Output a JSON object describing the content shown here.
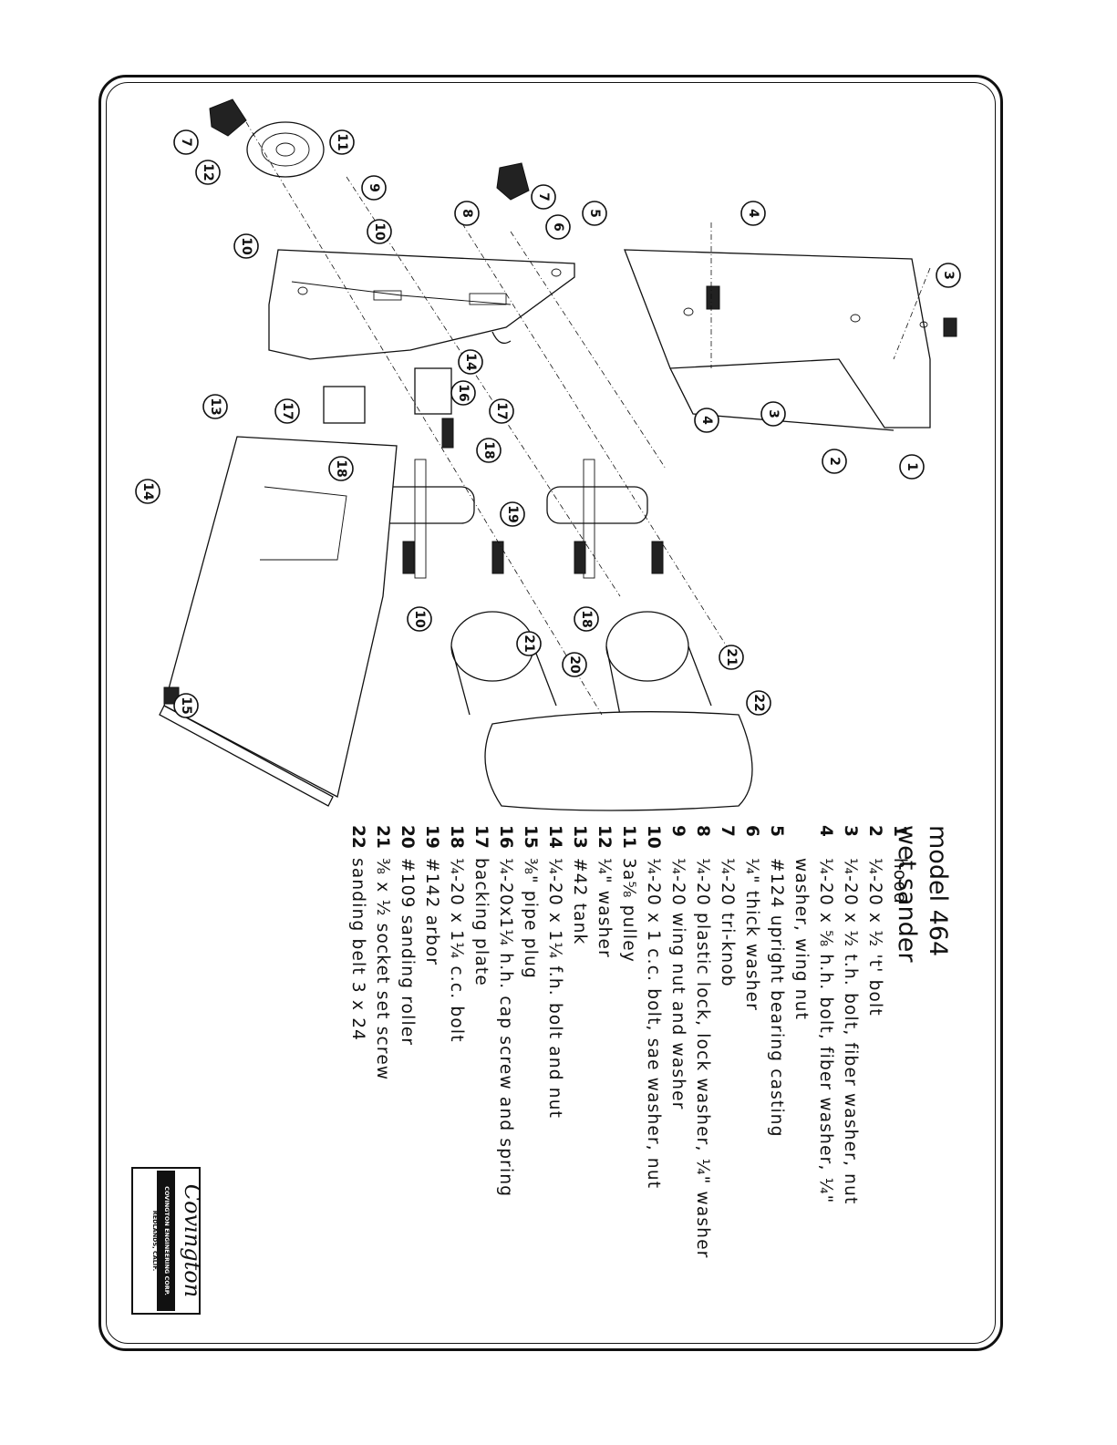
{
  "title": {
    "model": "model 464",
    "name": "wet sander"
  },
  "parts": [
    {
      "num": "1",
      "desc": "hood"
    },
    {
      "num": "2",
      "desc": "¼-20 x ½ 't' bolt"
    },
    {
      "num": "3",
      "desc": "¼-20 x ½ t.h. bolt, fiber washer, nut"
    },
    {
      "num": "4",
      "desc": "¼-20 x ⅝ h.h. bolt, fiber washer, ¼\""
    },
    {
      "num": "",
      "desc": "washer, wing nut"
    },
    {
      "num": "5",
      "desc": "#124 upright bearing casting"
    },
    {
      "num": "6",
      "desc": "¼\" thick washer"
    },
    {
      "num": "7",
      "desc": "¼-20 tri-knob"
    },
    {
      "num": "8",
      "desc": "¼-20 plastic lock, lock washer, ¼\" washer"
    },
    {
      "num": "9",
      "desc": "¼-20 wing nut and washer"
    },
    {
      "num": "10",
      "desc": "¼-20 x 1 c.c. bolt, sae washer, nut"
    },
    {
      "num": "11",
      "desc": "3a⅝ pulley"
    },
    {
      "num": "12",
      "desc": "¼\" washer"
    },
    {
      "num": "13",
      "desc": "#42 tank"
    },
    {
      "num": "14",
      "desc": "¼-20 x 1¼ f.h. bolt and nut"
    },
    {
      "num": "15",
      "desc": "⅜\" pipe plug"
    },
    {
      "num": "16",
      "desc": "¼-20x1¼ h.h. cap screw and spring"
    },
    {
      "num": "17",
      "desc": "backing plate"
    },
    {
      "num": "18",
      "desc": "¼-20 x 1¼ c.c. bolt"
    },
    {
      "num": "19",
      "desc": "#142 arbor"
    },
    {
      "num": "20",
      "desc": "#109 sanding roller"
    },
    {
      "num": "21",
      "desc": "⅜ x ½ socket set screw"
    },
    {
      "num": "22",
      "desc": "sanding belt 3 x 24"
    }
  ],
  "callouts": [
    "1",
    "2",
    "3",
    "3",
    "4",
    "4",
    "5",
    "6",
    "7",
    "7",
    "8",
    "9",
    "10",
    "10",
    "10",
    "11",
    "12",
    "13",
    "14",
    "14",
    "15",
    "16",
    "17",
    "17",
    "18",
    "18",
    "18",
    "19",
    "20",
    "21",
    "21",
    "22"
  ],
  "logo": {
    "brand": "Covington",
    "line1": "COVINGTON ENGINEERING CORP.",
    "line2": "REDLANDS, CALIF."
  }
}
